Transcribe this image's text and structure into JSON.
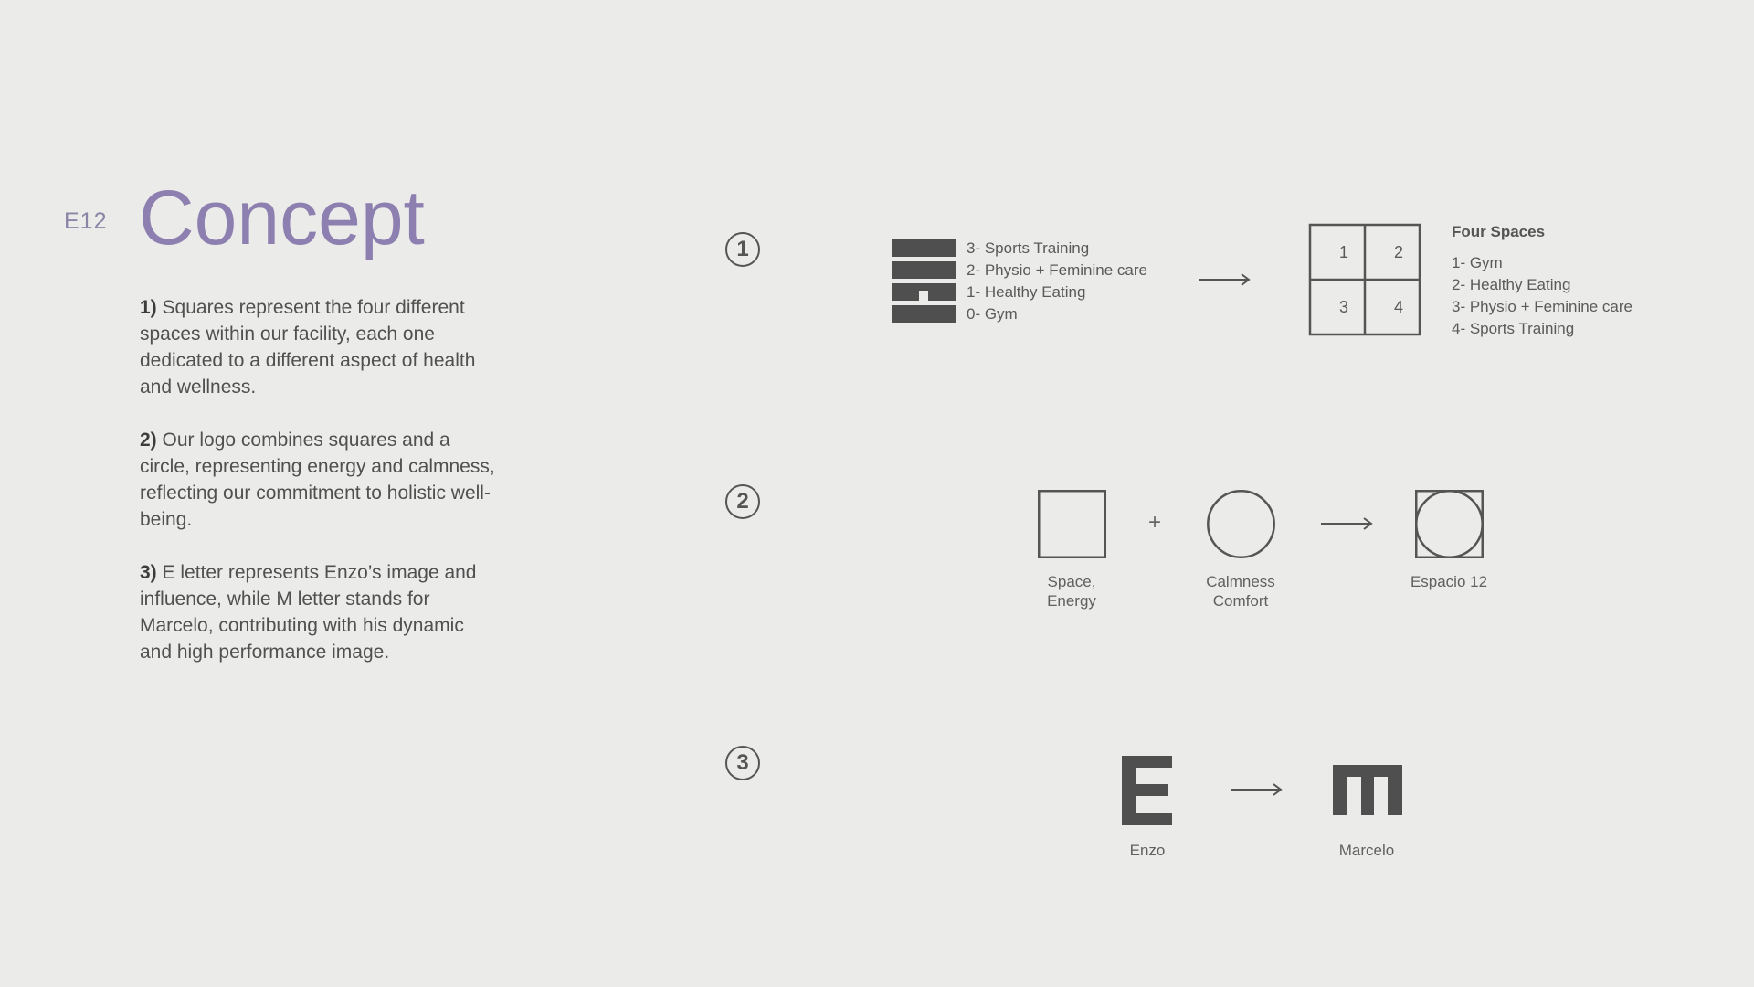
{
  "header": {
    "code": "E12",
    "title": "Concept"
  },
  "paragraphs": [
    {
      "num": "1)",
      "text": " Squares represent the four different spaces within our facility, each one dedicated to a different aspect of health and wellness."
    },
    {
      "num": "2)",
      "text": " Our logo combines squares and a circle, representing energy and calmness, reflecting our commitment to holistic well-being."
    },
    {
      "num": "3)",
      "text": " E letter represents Enzo’s image and influence, while M letter stands for Marcelo, contributing with his dynamic and high performance image."
    }
  ],
  "steps": [
    "1",
    "2",
    "3"
  ],
  "section1": {
    "stack_labels": [
      "3- Sports Training",
      "2- Physio + Feminine care",
      "1-  Healthy Eating",
      "0- Gym"
    ],
    "grid_numbers": [
      "1",
      "2",
      "3",
      "4"
    ],
    "four_spaces_title": "Four Spaces",
    "four_spaces_items": [
      "1- Gym",
      "2- Healthy Eating",
      "3- Physio + Feminine care",
      "4- Sports Training"
    ]
  },
  "section2": {
    "plus": "+",
    "square_caption": [
      "Space,",
      "Energy"
    ],
    "circle_caption": [
      "Calmness",
      "Comfort"
    ],
    "result_caption": "Espacio 12"
  },
  "section3": {
    "enzo_caption": "Enzo",
    "marcelo_caption": "Marcelo"
  },
  "colors": {
    "accent": "#8d80b0",
    "ink": "#4f4f4f",
    "background": "#ebebea"
  }
}
